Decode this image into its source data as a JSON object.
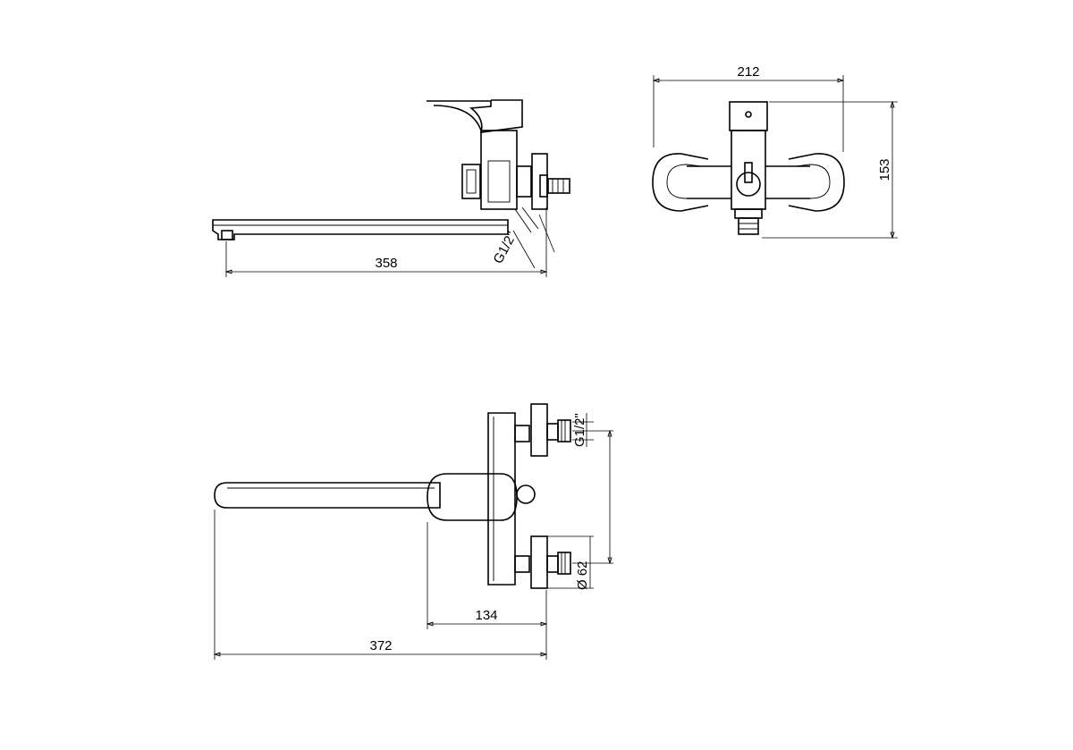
{
  "dimensions": {
    "side_length": "358",
    "side_thread": "G1/2\"",
    "front_width": "212",
    "front_height": "153",
    "top_thread": "G1/2\"",
    "top_eccentric": "Ø 62",
    "top_body": "134",
    "top_length": "372"
  }
}
